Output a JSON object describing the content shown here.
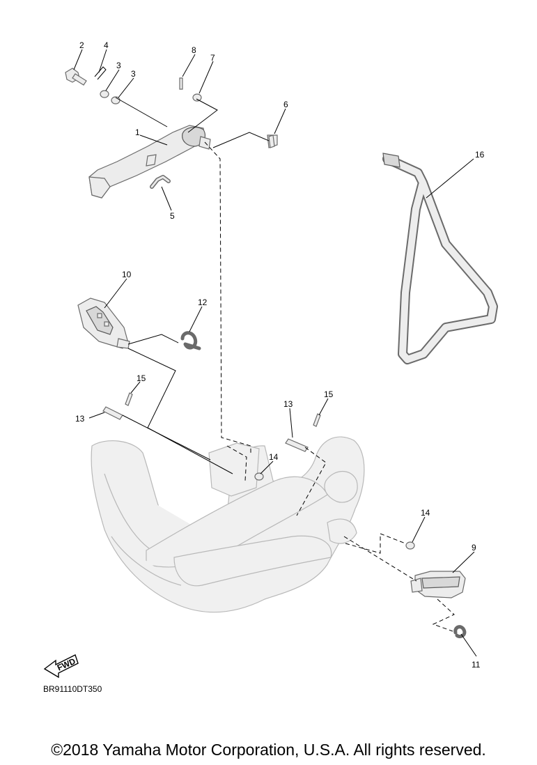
{
  "diagram": {
    "drawing_code": "BR91110DT350",
    "fwd_label": "FWD",
    "colors": {
      "line": "#000000",
      "part_fill": "#ececec",
      "part_stroke": "#6a6a6a",
      "frame_stroke": "#b8b8b8"
    },
    "callouts": [
      {
        "id": "c2",
        "text": "2"
      },
      {
        "id": "c4",
        "text": "4"
      },
      {
        "id": "c3a",
        "text": "3"
      },
      {
        "id": "c3b",
        "text": "3"
      },
      {
        "id": "c8",
        "text": "8"
      },
      {
        "id": "c7",
        "text": "7"
      },
      {
        "id": "c6",
        "text": "6"
      },
      {
        "id": "c1",
        "text": "1"
      },
      {
        "id": "c5",
        "text": "5"
      },
      {
        "id": "c16",
        "text": "16"
      },
      {
        "id": "c10",
        "text": "10"
      },
      {
        "id": "c12",
        "text": "12"
      },
      {
        "id": "c15a",
        "text": "15"
      },
      {
        "id": "c13a",
        "text": "13"
      },
      {
        "id": "c13b",
        "text": "13"
      },
      {
        "id": "c15b",
        "text": "15"
      },
      {
        "id": "c14a",
        "text": "14"
      },
      {
        "id": "c14b",
        "text": "14"
      },
      {
        "id": "c9",
        "text": "9"
      },
      {
        "id": "c11",
        "text": "11"
      }
    ]
  },
  "footer": {
    "copyright": "©2018 Yamaha Motor Corporation, U.S.A. All rights reserved."
  }
}
